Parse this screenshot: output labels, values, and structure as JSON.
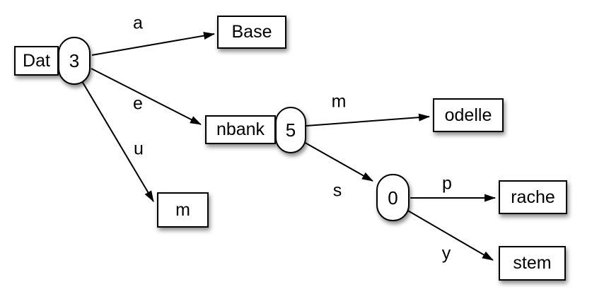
{
  "diagram": {
    "nodes": {
      "dat": {
        "label": "Dat",
        "count": "3"
      },
      "base": {
        "label": "Base"
      },
      "nbank": {
        "label": "nbank",
        "count": "5"
      },
      "m": {
        "label": "m"
      },
      "odelle": {
        "label": "odelle"
      },
      "branch": {
        "count": "0"
      },
      "rache": {
        "label": "rache"
      },
      "stem": {
        "label": "stem"
      }
    },
    "edges": [
      {
        "from": "Dat(3)",
        "to": "Base",
        "label": "a"
      },
      {
        "from": "Dat(3)",
        "to": "nbank(5)",
        "label": "e"
      },
      {
        "from": "Dat(3)",
        "to": "m",
        "label": "u"
      },
      {
        "from": "nbank(5)",
        "to": "odelle",
        "label": "m"
      },
      {
        "from": "nbank(5)",
        "to": "0",
        "label": "s"
      },
      {
        "from": "0",
        "to": "rache",
        "label": "p"
      },
      {
        "from": "0",
        "to": "stem",
        "label": "y"
      }
    ],
    "colors": {
      "stroke": "#000000",
      "node_fill": "#ffffff",
      "background": "#ffffff",
      "shadow": "rgba(0,0,0,0.45)"
    }
  }
}
